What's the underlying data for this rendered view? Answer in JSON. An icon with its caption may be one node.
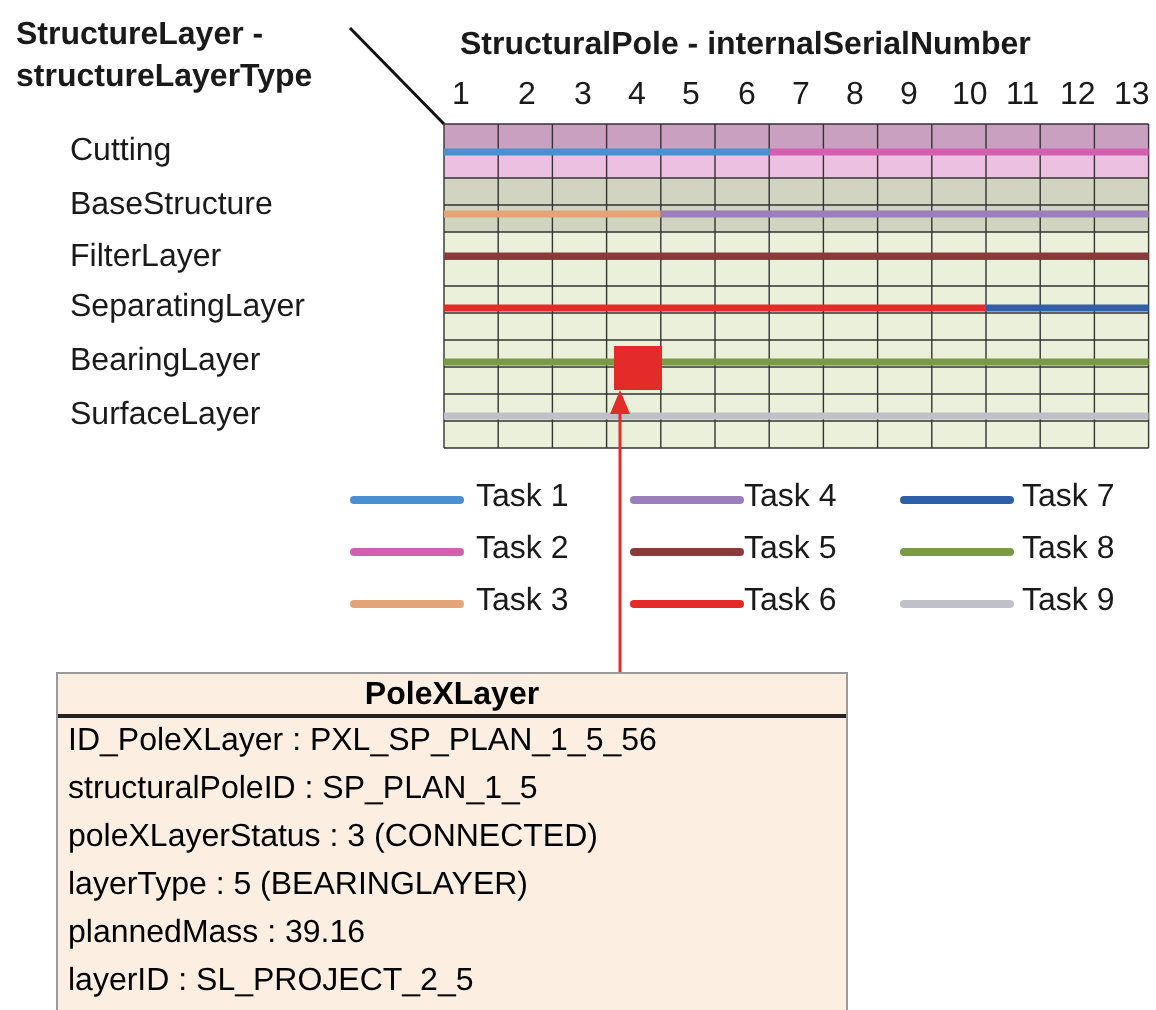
{
  "diagram": {
    "nodes": [
      {
        "text": [],
        "shape": "box"
      },
      {
        "text": [
          "PoleXLayer",
          "ID_PoleXLayer : PXL_SP_PLAN_1_5_56",
          "structuralPoleID : SP_PLAN_1_5",
          "poleXLayerStatus : 3 (CONNECTED)",
          "layerType : 5 (BEARINGLAYER)",
          "plannedMass : 39.16",
          "layerID : SL_PROJECT_2_5"
        ]
      }
    ],
    "edges": [
      {
        "from": 1,
        "to": 0,
        "arrow": "to",
        "color": "#e52a2a"
      }
    ],
    "labels": [
      "StructureLayer - structureLayerType",
      "StructuralPole - internalSerialNumber",
      "1",
      "2",
      "3",
      "4",
      "5",
      "6",
      "7",
      "8",
      "9",
      "10",
      "11",
      "12",
      "13",
      "Cutting",
      "BaseStructure",
      "FilterLayer",
      "SeparatingLayer",
      "BearingLayer",
      "SurfaceLayer"
    ],
    "legend": [
      {
        "text": "Task 1",
        "color": "#4a90d0"
      },
      {
        "text": "Task 2",
        "color": "#d35fb0"
      },
      {
        "text": "Task 3",
        "color": "#e3a577"
      },
      {
        "text": "Task 4",
        "color": "#9a7fba"
      },
      {
        "text": "Task 5",
        "color": "#8b3a3a"
      },
      {
        "text": "Task 6",
        "color": "#e52a2a"
      },
      {
        "text": "Task 7",
        "color": "#2e5fa8"
      },
      {
        "text": "Task 8",
        "color": "#7a9a45"
      },
      {
        "text": "Task 9",
        "color": "#c0c0c8"
      }
    ]
  }
}
